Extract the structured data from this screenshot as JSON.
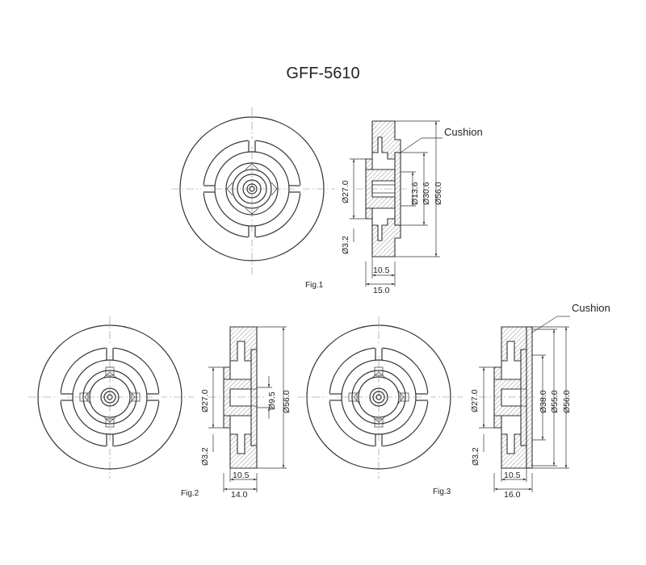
{
  "title": "GFF-5610",
  "figures": [
    {
      "label": "Fig.1",
      "callout": "Cushion",
      "diameters": [
        "Ø27.0",
        "Ø13.6",
        "Ø30.6",
        "Ø56.0"
      ],
      "hole": "Ø3.2",
      "widths": [
        "10.5",
        "15.0"
      ]
    },
    {
      "label": "Fig.2",
      "diameters": [
        "Ø27.0",
        "Ø9.5",
        "Ø56.0"
      ],
      "hole": "Ø3.2",
      "widths": [
        "10.5",
        "14.0"
      ]
    },
    {
      "label": "Fig.3",
      "callout": "Cushion",
      "diameters": [
        "Ø27.0",
        "Ø38.0",
        "Ø55.0",
        "Ø56.0"
      ],
      "hole": "Ø3.2",
      "widths": [
        "10.5",
        "16.0"
      ]
    }
  ]
}
